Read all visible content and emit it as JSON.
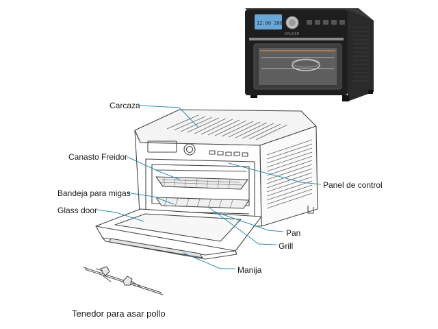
{
  "labels": {
    "carcaza": "Carcaza",
    "canasto_freidor": "Canasto Freidor",
    "bandeja_para_migas": "Bandeja para migas",
    "glass_door": "Glass door",
    "panel_de_control": "Panel de control",
    "pan": "Pan",
    "grill": "Grill",
    "manija": "Manija",
    "tenedor_para_asar_pollo": "Tenedor para asar pollo"
  },
  "product_photo": {
    "brand_text": "KRUGER",
    "display_text": "12:00 200"
  },
  "colors": {
    "leader_line": "#2b8fb5",
    "line_art": "#444444",
    "oven_body": "#1e1e1e"
  }
}
